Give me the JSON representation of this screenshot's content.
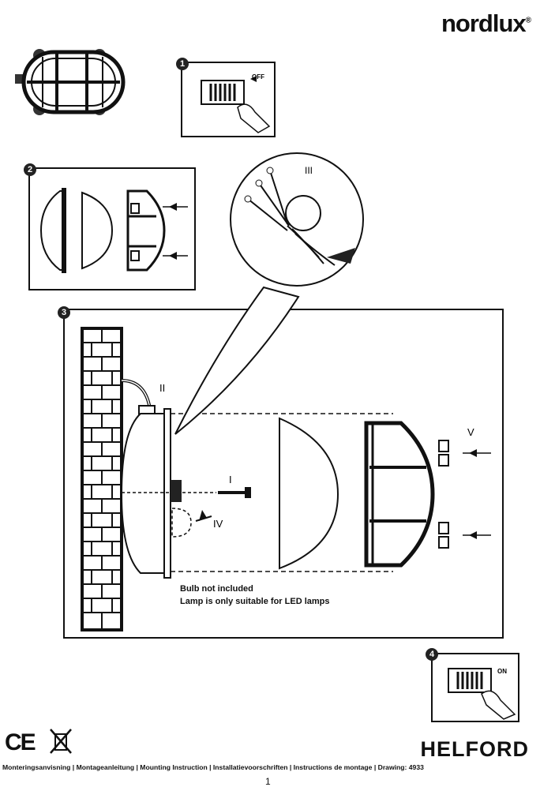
{
  "brand": {
    "name": "nordlux",
    "mark": "®"
  },
  "steps": [
    {
      "number": "1"
    },
    {
      "number": "2"
    },
    {
      "number": "3"
    },
    {
      "number": "4"
    }
  ],
  "step1": {
    "switch_text": "OFF"
  },
  "step4": {
    "switch_text": "ON"
  },
  "detail_callout": {
    "label": "III"
  },
  "step3": {
    "label_wall": "II",
    "label_screw": "I",
    "label_bulb": "IV",
    "label_screws": "V",
    "note_bulb": "Bulb not included",
    "note_led": "Lamp is only suitable for LED lamps"
  },
  "certifications": {
    "ce": "CE",
    "weee_icon": "crossed-bin-icon"
  },
  "product_name": "HELFORD",
  "footer": {
    "languages_line": "Monteringsanvisning | Montageanleitung | Mounting Instruction | Installatievoorschriften | Instructions de montage | Drawing: 4933",
    "page_number": "1"
  }
}
